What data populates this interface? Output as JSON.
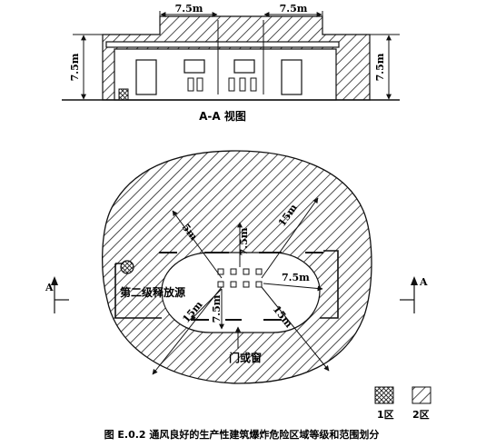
{
  "section_view": {
    "title": "A-A 视图",
    "dim_top_left": "7.5m",
    "dim_top_right": "7.5m",
    "dim_left": "7.5m",
    "dim_right": "7.5m"
  },
  "plan_view": {
    "dim_left_diagonal": "5m",
    "dim_upper_right_diagonal": "15m",
    "dim_vertical_top": "7.5m",
    "dim_horizontal_right": "7.5m",
    "dim_lower_right_diagonal": "15m",
    "dim_vertical_bottom": "7.5m",
    "dim_lower_left_diagonal": "15m",
    "source_label": "第二级释放源",
    "door_label": "门或窗",
    "section_mark_left": "A",
    "section_mark_right": "A"
  },
  "legend": {
    "zone1_label": "1区",
    "zone2_label": "2区"
  },
  "caption": "图 E.0.2 通风良好的生产性建筑爆炸危险区域等级和范围划分"
}
